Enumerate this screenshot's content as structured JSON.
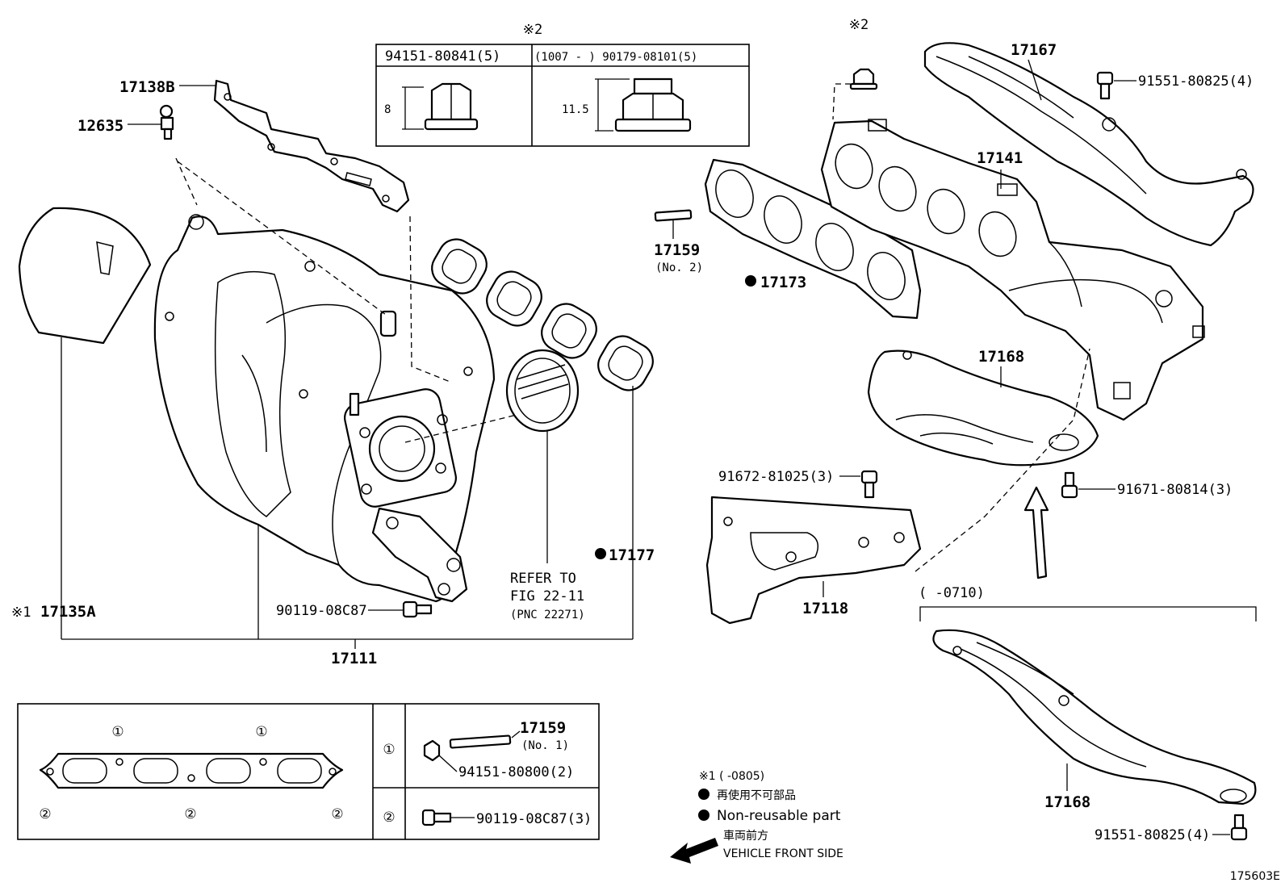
{
  "figure_code": "175603E",
  "callouts": {
    "intake_manifold_assy": "17111",
    "intake_stay": "17138B",
    "union_bolt": "12635",
    "insulator_cover": "17135A",
    "insulator_cover_mark": "※1",
    "manifold_gasket": "17177",
    "manifold_bolt": "90119-08C87",
    "refer_to": [
      "REFER TO",
      "FIG 22-11",
      "(PNC 22271)"
    ],
    "exhaust_gasket": "17173",
    "stud_no2": "17159",
    "stud_no2_sub": "(No. 2)",
    "exhaust_manifold": "17141",
    "heat_insulator_upper": "17167",
    "heat_insulator_upper_bolt": "91551-80825(4)",
    "heat_insulator_lower": "17168",
    "heat_insulator_lower_bolt": "91671-80814(3)",
    "stay_bolt": "91672-81025(3)",
    "manifold_stay": "17118",
    "nut_mark": "※2",
    "alt_period": "(      -0710)",
    "alt_heat_insulator": "17168",
    "alt_heat_insulator_bolt": "91551-80825(4)"
  },
  "nut_table": {
    "mark": "※2",
    "col1_header": "94151-80841(5)",
    "col2_header": "(1007 -      ) 90179-08101(5)",
    "col1_dim": "8",
    "col2_dim": "11.5"
  },
  "gasket_table": {
    "hole_labels": [
      "①",
      "①",
      "②",
      "②",
      "②"
    ],
    "row1": {
      "marker": "①",
      "part": "17159",
      "part_sub": "(No. 1)",
      "nut": "94151-80800(2)"
    },
    "row2": {
      "marker": "②",
      "bolt": "90119-08C87(3)"
    }
  },
  "legend": {
    "note1": "※1 (    -0805)",
    "non_reusable_jp": "再使用不可部品",
    "non_reusable_en": "Non-reusable part",
    "front_jp": "車両前方",
    "front_en": "VEHICLE FRONT SIDE"
  }
}
